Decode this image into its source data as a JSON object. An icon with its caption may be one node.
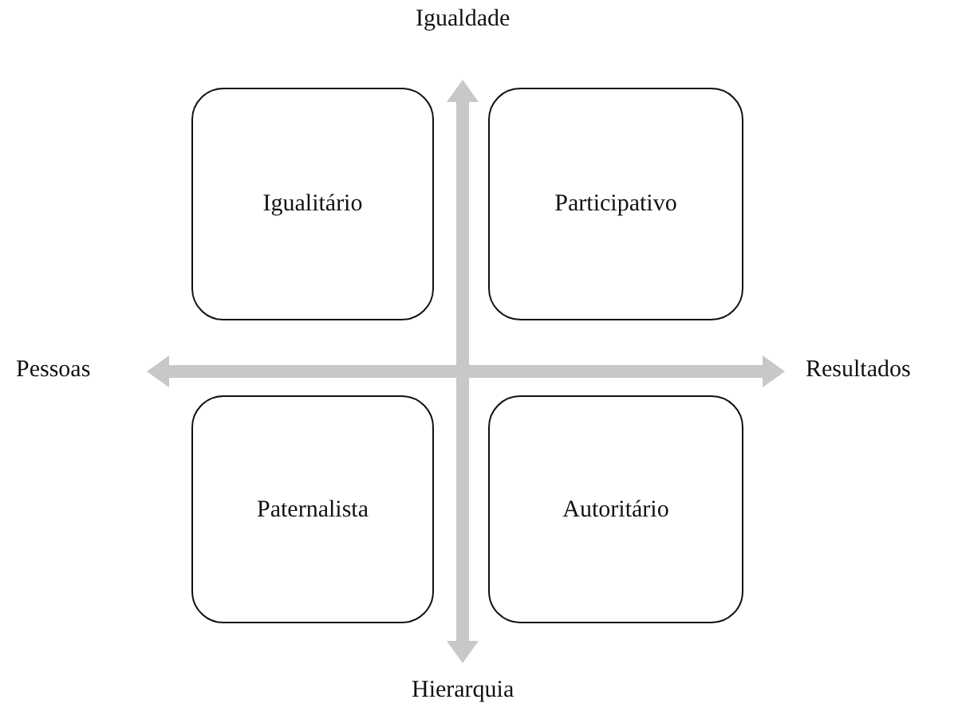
{
  "diagram": {
    "nodes": [
      {
        "text": [
          "Igualitário"
        ]
      },
      {
        "text": [
          "Participativo"
        ]
      },
      {
        "text": [
          "Paternalista"
        ]
      },
      {
        "text": [
          "Autoritário"
        ]
      }
    ],
    "labels": [
      "Igualdade",
      "Pessoas",
      "Resultados",
      "Hierarquia"
    ]
  }
}
